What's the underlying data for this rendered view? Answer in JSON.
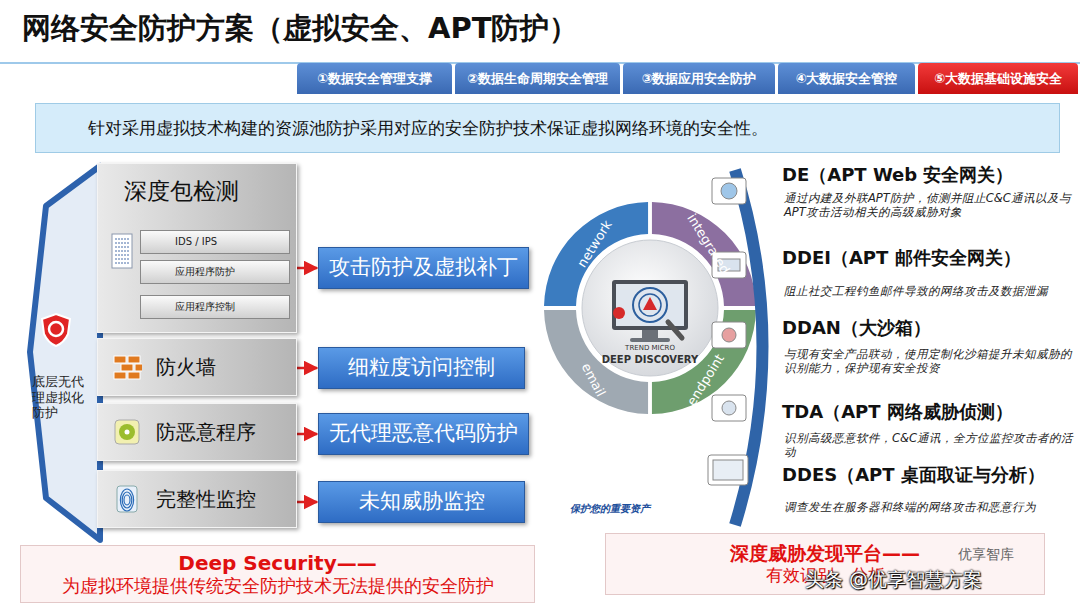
{
  "diagram": {
    "title": "网络安全防护方案（虚拟安全、APT防护）",
    "nodes": [
      {
        "text": [
          "①数据安全管理支撑"
        ]
      },
      {
        "text": [
          "②数据生命周期安全管理"
        ]
      },
      {
        "text": [
          "③数据应用安全防护"
        ]
      },
      {
        "text": [
          "④大数据安全管控"
        ]
      },
      {
        "text": [
          "⑤大数据基础设施安全"
        ]
      },
      {
        "text": [
          "针对采用虚拟技术构建的资源池防护采用对应的安全防护技术保证虚拟网络环境的安全性。"
        ]
      },
      {
        "text": [
          "底层无代理虚拟化防护"
        ]
      },
      {
        "text": [
          "深度包检测"
        ]
      },
      {
        "text": [
          "IDS / IPS"
        ],
        "in": 7
      },
      {
        "text": [
          "应用程序防护"
        ],
        "in": 7
      },
      {
        "text": [
          "应用程序控制"
        ],
        "in": 7
      },
      {
        "text": [
          "防火墙"
        ]
      },
      {
        "text": [
          "防恶意程序"
        ]
      },
      {
        "text": [
          "完整性监控"
        ]
      },
      {
        "text": [
          "攻击防护及虚拟补丁"
        ]
      },
      {
        "text": [
          "细粒度访问控制"
        ]
      },
      {
        "text": [
          "无代理恶意代码防护"
        ]
      },
      {
        "text": [
          "未知威胁监控"
        ]
      },
      {
        "text": [
          "Deep Security——",
          "为虚拟环境提供传统安全防护技术无法提供的安全防护"
        ]
      },
      {
        "text": [
          "深度威胁发现平台——",
          "有效识别、分析"
        ]
      }
    ],
    "edges": [
      {
        "from": 7,
        "to": 14,
        "arrow": "to"
      },
      {
        "from": 11,
        "to": 15,
        "arrow": "to"
      },
      {
        "from": 12,
        "to": 16,
        "arrow": "to"
      },
      {
        "from": 13,
        "to": 17,
        "arrow": "to"
      }
    ],
    "labels": [
      "network",
      "integrated",
      "email",
      "endpoint",
      "TREND MICRO",
      "DEEP DISCOVERY",
      "保护您的重要资产",
      "DE（APT Web 安全网关）",
      "通过内建及外联APT防护，侦测并阻止C&C通讯以及与APT攻击活动相关的高级威胁对象",
      "DDEI（APT 邮件安全网关）",
      "阻止社交工程钓鱼邮件导致的网络攻击及数据泄漏",
      "DDAN（大沙箱）",
      "与现有安全产品联动，使用定制化沙箱提升未知威胁的识别能力，保护现有安全投资",
      "TDA（APT 网络威胁侦测）",
      "识别高级恶意软件，C&C通讯，全方位监控攻击者的活动",
      "DDES（APT 桌面取证与分析）",
      "调查发生在服务器和终端的网络攻击和恶意行为",
      "优享智库",
      "头条 @优享智慧方案"
    ]
  }
}
